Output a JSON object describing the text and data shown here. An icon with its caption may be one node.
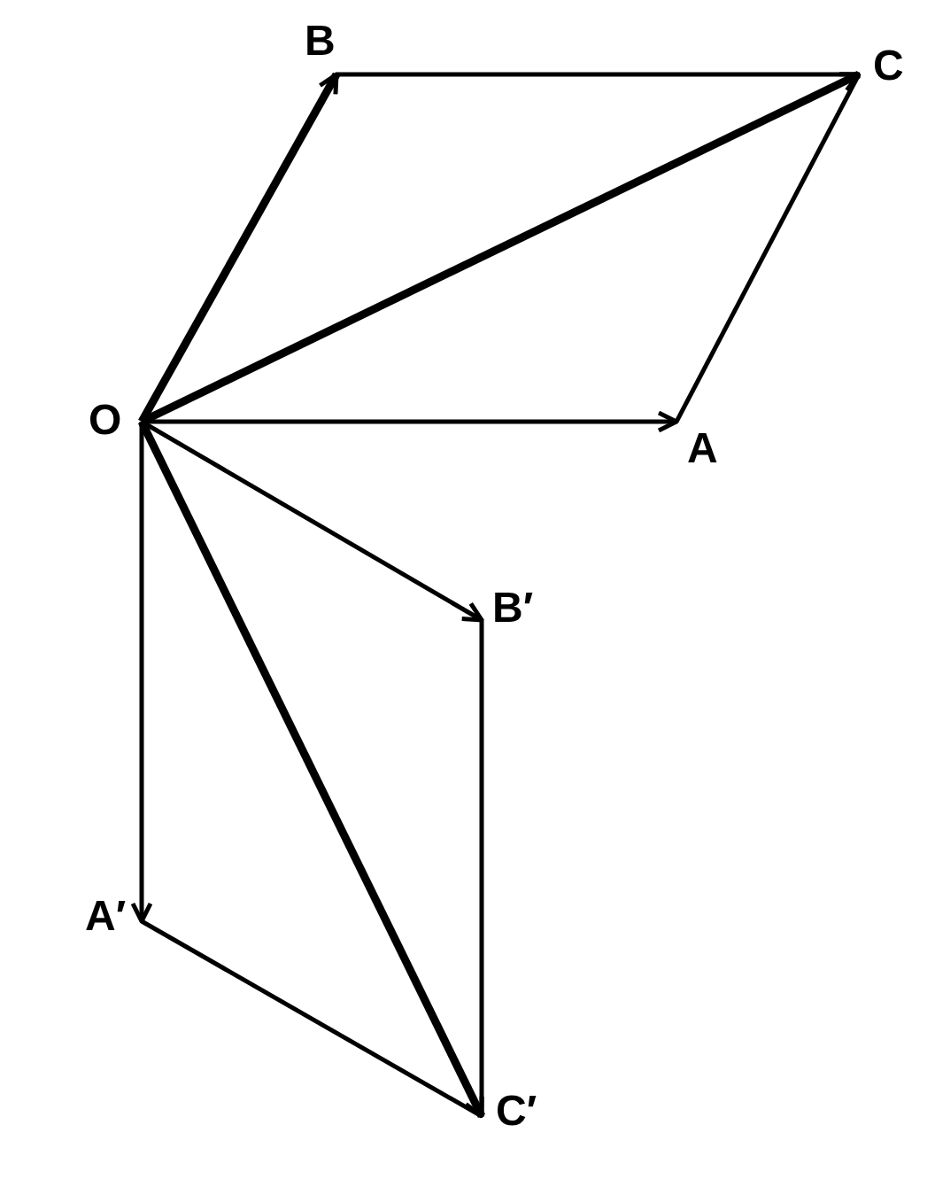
{
  "diagram": {
    "nodes": [
      {
        "text": [
          "O"
        ]
      },
      {
        "text": [
          "B"
        ]
      },
      {
        "text": [
          "C"
        ]
      },
      {
        "text": [
          "A"
        ]
      },
      {
        "text": [
          "B′"
        ]
      },
      {
        "text": [
          "A′"
        ]
      },
      {
        "text": [
          "C′"
        ]
      }
    ],
    "edges": [
      {
        "from": 0,
        "to": 1,
        "arrow": "to",
        "style": "thick"
      },
      {
        "from": 0,
        "to": 2,
        "arrow": "to",
        "style": "thick"
      },
      {
        "from": 0,
        "to": 3,
        "arrow": "to"
      },
      {
        "from": 1,
        "to": 2,
        "arrow": "none"
      },
      {
        "from": 3,
        "to": 2,
        "arrow": "none"
      },
      {
        "from": 0,
        "to": 4,
        "arrow": "to"
      },
      {
        "from": 0,
        "to": 5,
        "arrow": "to"
      },
      {
        "from": 0,
        "to": 6,
        "arrow": "to",
        "style": "thick"
      },
      {
        "from": 4,
        "to": 6,
        "arrow": "none"
      },
      {
        "from": 5,
        "to": 6,
        "arrow": "none"
      }
    ]
  }
}
